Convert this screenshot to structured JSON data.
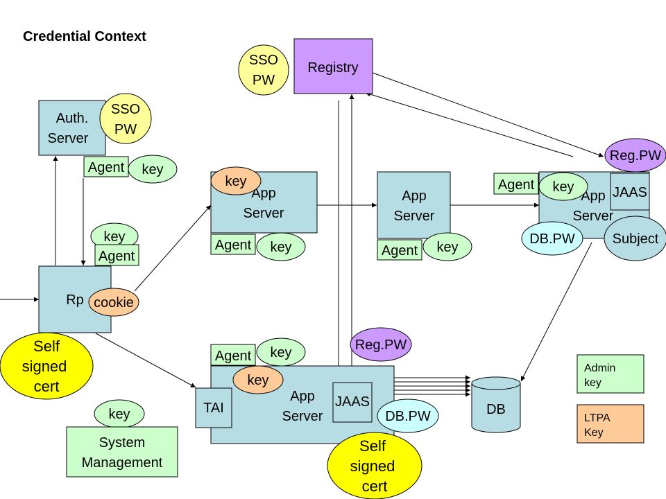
{
  "title": "Credential Context",
  "colors": {
    "server_box": "#b7dde4",
    "registry": "#cc99ff",
    "agent": "#ccffcc",
    "key_ellipse": "#ccffcc",
    "ltpa_key": "#ffcc99",
    "reg_pw": "#cc99ff",
    "db_pw": "#ccffff",
    "sso_pw": "#ffff99",
    "self_cert": "#ffff00",
    "subject": "#b7dde4",
    "line": "#000000"
  },
  "nodes": {
    "registry": "Registry",
    "sso_top": [
      "SSO",
      "PW"
    ],
    "auth_server": [
      "Auth.",
      "Server"
    ],
    "sso_auth": [
      "SSO",
      "PW"
    ],
    "agent_auth": "Agent",
    "key_auth": "key",
    "app1": [
      "App",
      "Server"
    ],
    "key_ltpa_app1": "key",
    "agent_app1": "Agent",
    "key_app1": "key",
    "key_rp": "key",
    "agent_rp": "Agent",
    "rp": "Rp",
    "cookie": "cookie",
    "self_cert_left": [
      "Self",
      "signed",
      "cert"
    ],
    "app2": [
      "App",
      "Server"
    ],
    "agent_app2": "Agent",
    "key_app2": "key",
    "agent_app3": "Agent",
    "key_app3": "key",
    "app3": [
      "App",
      "Server"
    ],
    "jaas_app3": "JAAS",
    "reg_pw_app3": "Reg.PW",
    "db_pw_app3": "DB.PW",
    "subject": "Subject",
    "agent_bottom": "Agent",
    "key_bottom": "key",
    "key_ltpa_bottom": "key",
    "reg_pw_bottom": "Reg.PW",
    "app_bottom": [
      "App",
      "Server"
    ],
    "tai": "TAI",
    "jaas_bottom": "JAAS",
    "db_pw_bottom": "DB.PW",
    "self_cert_bottom": [
      "Self",
      "signed",
      "cert"
    ],
    "db": "DB",
    "key_sysmgmt": "key",
    "sys_mgmt": [
      "System",
      "Management"
    ]
  },
  "legend": {
    "admin_key": [
      "Admin",
      "key"
    ],
    "ltpa_key": [
      "LTPA",
      "Key"
    ]
  }
}
